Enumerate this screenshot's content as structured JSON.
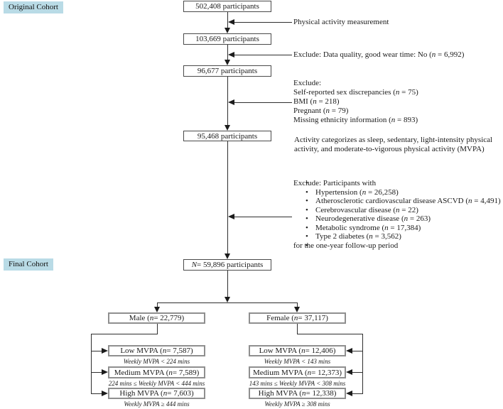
{
  "labels": {
    "original_cohort": "Original Cohort",
    "final_cohort": "Final Cohort"
  },
  "flow": {
    "box_1": "502,408 participants",
    "box_2": "103,669 participants",
    "box_3": "96,677 participants",
    "box_4": "95,468 participants",
    "final_n": "N = 59,896 participants"
  },
  "annotations": {
    "physical_activity": "Physical activity measurement",
    "wear_time_exclusion": "Exclude: Data quality, good wear time: No (n = 6,992)",
    "demographic_exclusion": {
      "title": "Exclude:",
      "items": [
        "Self-reported sex discrepancies (n = 75)",
        "BMI (n = 218)",
        "Pregnant (n = 79)",
        "Missing ethnicity information (n = 893)"
      ]
    },
    "activity_note": "Activity categorizes as sleep, sedentary, light-intensity physical activity, and moderate-to-vigorous physical activity (MVPA)",
    "condition_exclusion": {
      "title": "Exclude: Participants with",
      "items": [
        "Hypertension (n = 26,258)",
        "Atherosclerotic cardiovascular disease ASCVD (n = 4,491)",
        "Cerebrovascular disease (n = 22)",
        "Neurodegenerative disease (n = 263)",
        "Metabolic syndrome (n = 17,384)",
        "Type 2 diabetes (n = 3,562)"
      ],
      "footer": "for the one-year follow-up period"
    }
  },
  "branches": {
    "male": {
      "label": "Male (n = 22,779)",
      "groups": [
        {
          "label": "Low MVPA (n = 7,587)",
          "caption": "Weekly MVPA < 224 mins"
        },
        {
          "label": "Medium MVPA (n = 7,589)",
          "caption": "224 mins ≤ Weekly MVPA < 444 mins"
        },
        {
          "label": "High MVPA (n = 7,603)",
          "caption": "Weekly MVPA ≥ 444 mins"
        }
      ]
    },
    "female": {
      "label": "Female (n = 37,117)",
      "groups": [
        {
          "label": "Low MVPA (n = 12,406)",
          "caption": "Weekly MVPA < 143 mins"
        },
        {
          "label": "Medium MVPA (n = 12,373)",
          "caption": "143 mins ≤ Weekly MVPA < 308 mins"
        },
        {
          "label": "High MVPA (n = 12,338)",
          "caption": "Weekly MVPA ≥ 308 mins"
        }
      ]
    }
  },
  "colors": {
    "label_bg": "#b9dbe6",
    "line": "#2e2e2e",
    "box_border": "#4a4a4a",
    "subbox_border": "#8f8f8f"
  }
}
